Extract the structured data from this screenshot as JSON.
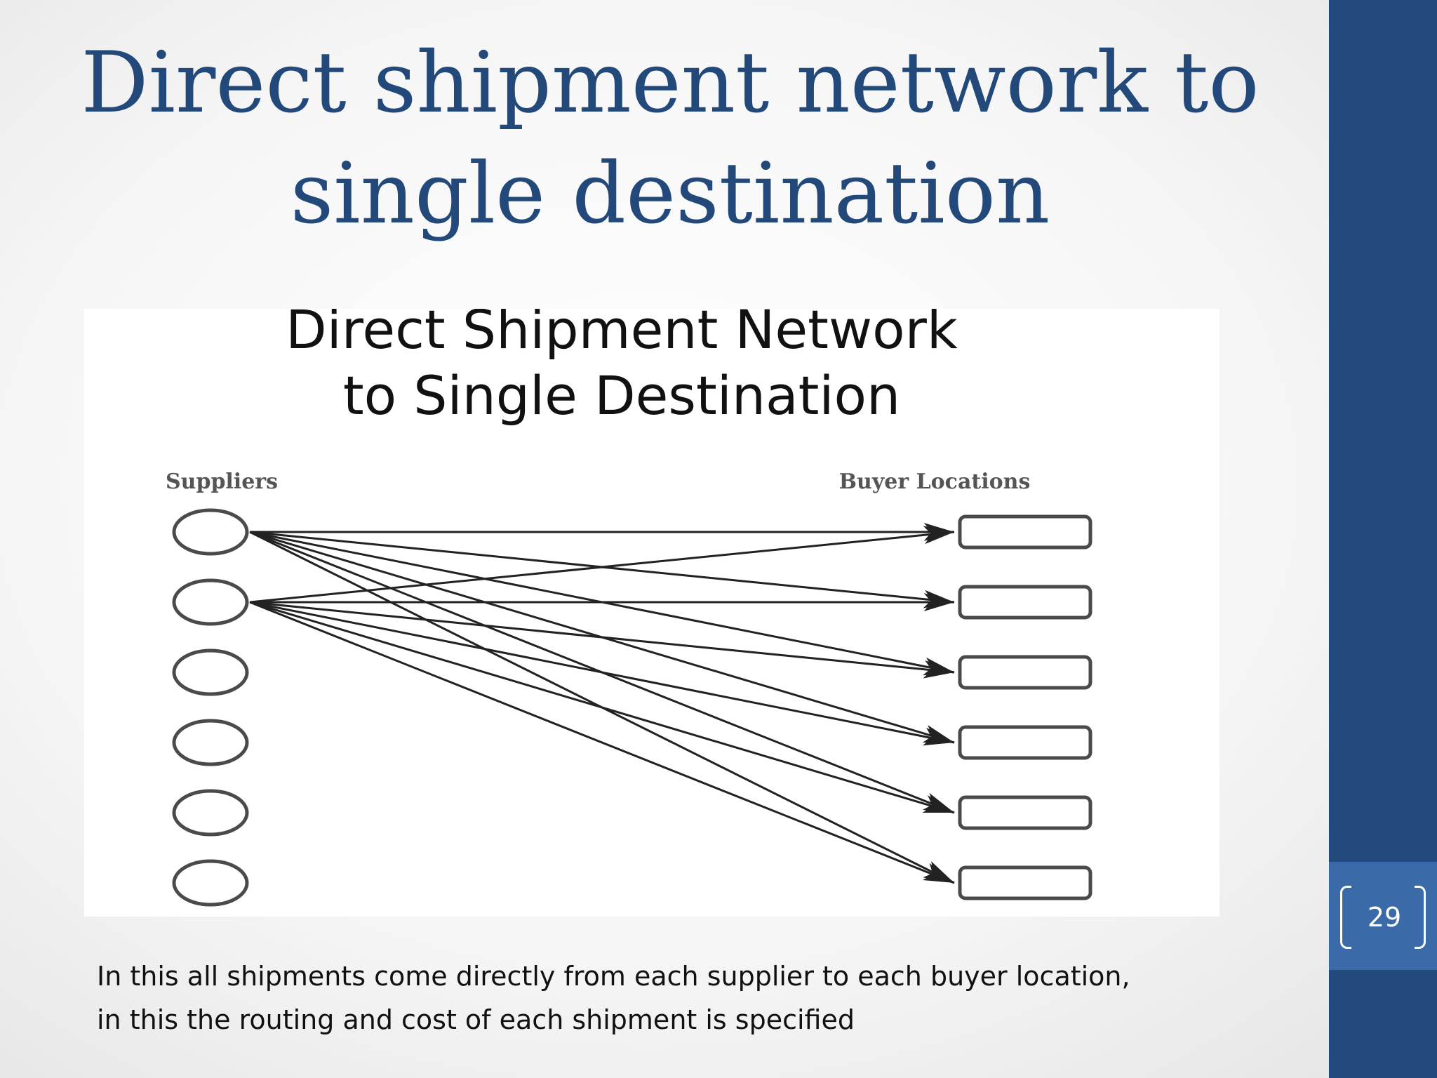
{
  "slide": {
    "title_line1": "Direct shipment network to",
    "title_line2": "single destination",
    "caption_line1": "In this all shipments come directly from each supplier to each buyer location,",
    "caption_line2": " in this the routing and cost of each shipment is specified",
    "page_number": "29"
  },
  "diagram": {
    "title_line1": "Direct Shipment Network",
    "title_line2": "to Single Destination",
    "suppliers_label": "Suppliers",
    "buyers_label": "Buyer Locations",
    "supplier_count": 6,
    "buyer_count": 6,
    "connections": [
      {
        "from": 1,
        "to": 1
      },
      {
        "from": 1,
        "to": 2
      },
      {
        "from": 1,
        "to": 3
      },
      {
        "from": 1,
        "to": 4
      },
      {
        "from": 1,
        "to": 5
      },
      {
        "from": 1,
        "to": 6
      },
      {
        "from": 2,
        "to": 1
      },
      {
        "from": 2,
        "to": 2
      },
      {
        "from": 2,
        "to": 3
      },
      {
        "from": 2,
        "to": 4
      },
      {
        "from": 2,
        "to": 5
      },
      {
        "from": 2,
        "to": 6
      }
    ]
  },
  "colors": {
    "title": "#23497a",
    "sidebar": "#234a7c",
    "page_box": "#3b6aa8",
    "lines": "#222222",
    "label_gray": "#555555"
  }
}
